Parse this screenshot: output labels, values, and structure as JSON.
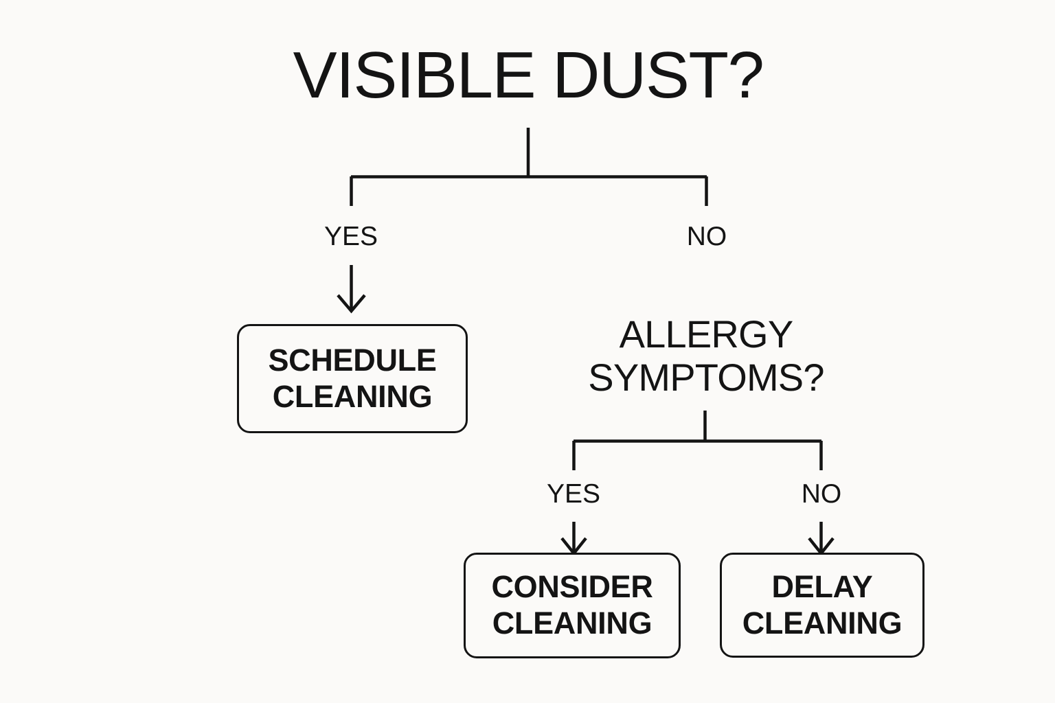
{
  "diagram": {
    "title": "VISIBLE DUST?",
    "type": "decision-flowchart",
    "background_color": "#fbfaf8",
    "stroke_color": "#141414",
    "root": {
      "id": "visible-dust",
      "text": "VISIBLE DUST?",
      "shape": "plain-text"
    },
    "sub_question": {
      "id": "allergy-symptoms",
      "text": "ALLERGY\nSYMPTOMS?",
      "line1": "ALLERGY",
      "line2": "SYMPTOMS?",
      "shape": "plain-text"
    },
    "edge_labels": {
      "root_yes": "YES",
      "root_no": "NO",
      "sub_yes": "YES",
      "sub_no": "NO"
    },
    "outcomes": [
      {
        "id": "schedule-cleaning",
        "text": "SCHEDULE\nCLEANING",
        "line1": "SCHEDULE",
        "line2": "CLEANING",
        "shape": "rounded-rectangle"
      },
      {
        "id": "consider-cleaning",
        "text": "CONSIDER\nCLEANING",
        "line1": "CONSIDER",
        "line2": "CLEANING",
        "shape": "rounded-rectangle"
      },
      {
        "id": "delay-cleaning",
        "text": "DELAY\nCLEANING",
        "line1": "DELAY",
        "line2": "CLEANING",
        "shape": "rounded-rectangle"
      }
    ],
    "connectors": [
      {
        "name": "root-stem",
        "from": "visible-dust",
        "to": "root-split"
      },
      {
        "name": "root-branch-yes",
        "from": "root-split",
        "to": "root-yes-label"
      },
      {
        "name": "root-branch-no",
        "from": "root-split",
        "to": "root-no-label"
      },
      {
        "name": "arrow-to-schedule",
        "from": "root-yes-label",
        "to": "schedule-cleaning",
        "arrowhead": "open-v"
      },
      {
        "name": "sub-stem",
        "from": "allergy-symptoms",
        "to": "sub-split"
      },
      {
        "name": "sub-branch-yes",
        "from": "sub-split",
        "to": "sub-yes-label"
      },
      {
        "name": "sub-branch-no",
        "from": "sub-split",
        "to": "sub-no-label"
      },
      {
        "name": "arrow-to-consider",
        "from": "sub-yes-label",
        "to": "consider-cleaning",
        "arrowhead": "open-v"
      },
      {
        "name": "arrow-to-delay",
        "from": "sub-no-label",
        "to": "delay-cleaning",
        "arrowhead": "open-v"
      }
    ]
  }
}
